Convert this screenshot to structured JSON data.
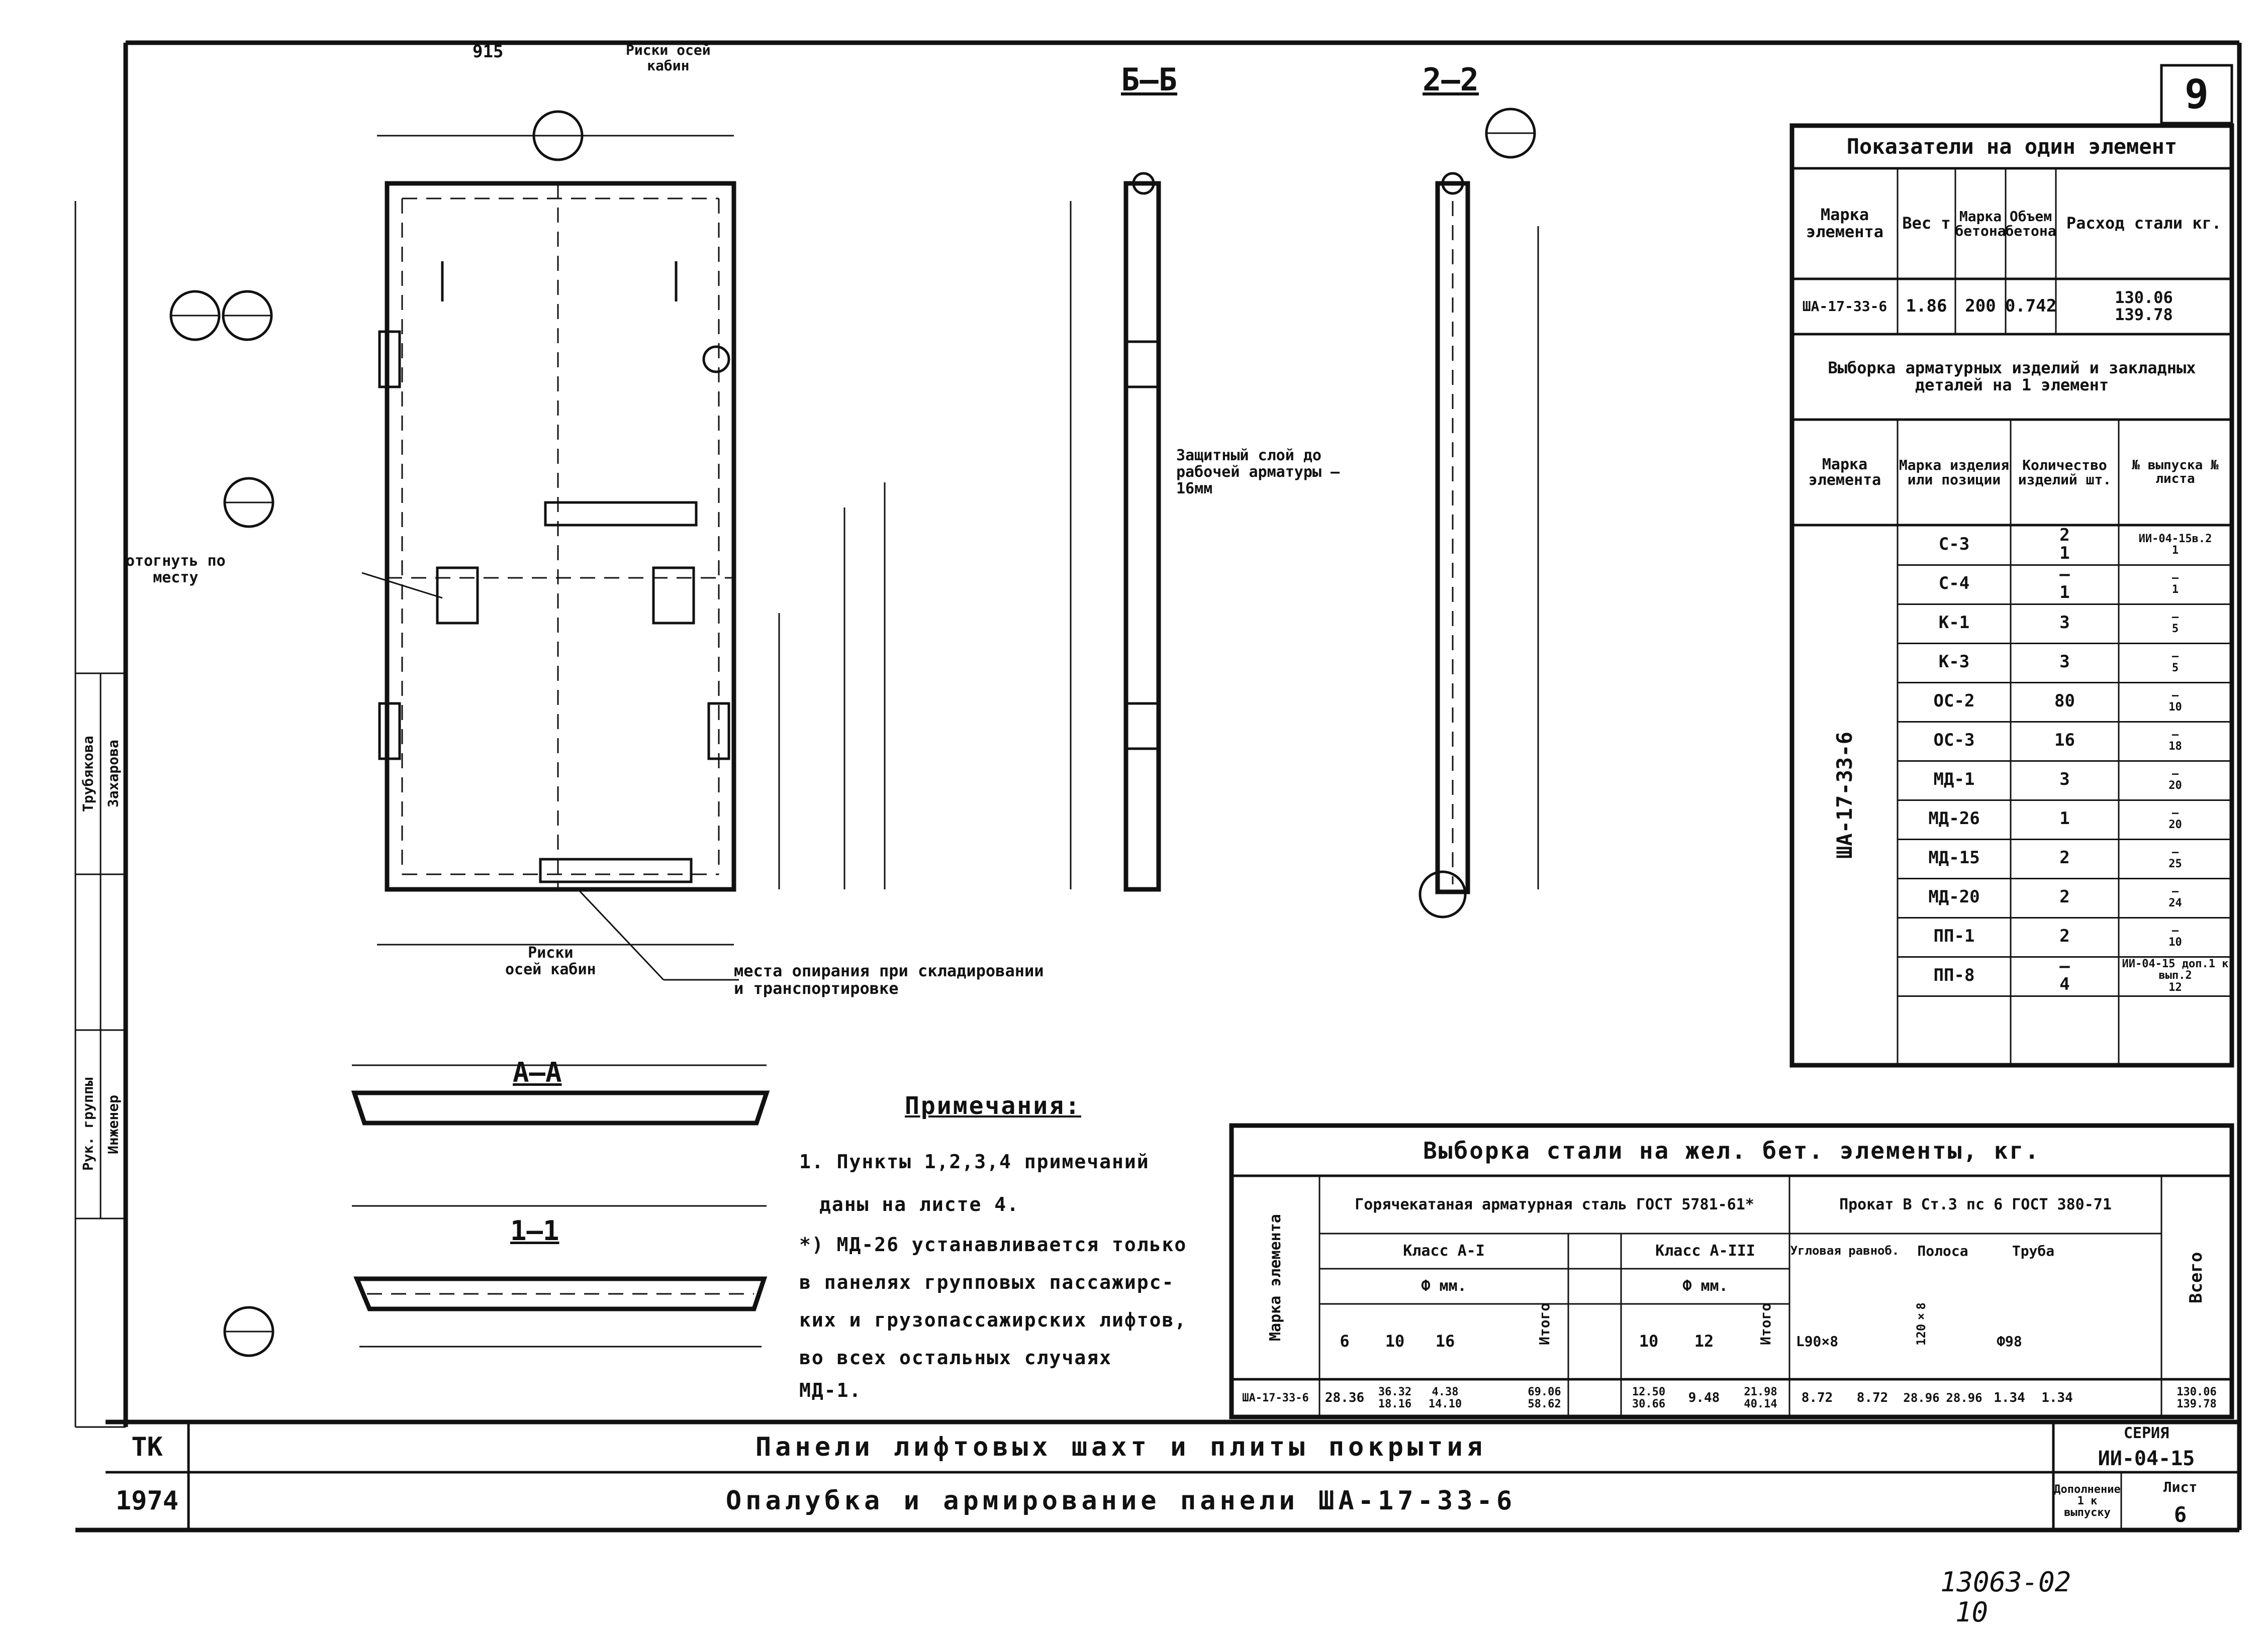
{
  "sheet_number": "9",
  "archive_code": "13063-02",
  "archive_code_suffix": "10",
  "title_block": {
    "org": "ТК",
    "year": "1974",
    "title1": "Панели лифтовых шахт и плиты покрытия",
    "title2": "Опалубка и армирование панели ША-17-33-6",
    "series_label": "СЕРИЯ",
    "series_value": "ИИ-04-15",
    "addition_label": "Дополнение 1 к выпуску",
    "sheet_label": "Лист",
    "sheet_value": "6",
    "roles": [
      "Рук. группы",
      "Инженер"
    ],
    "names": [
      "Трубякова",
      "Захарова"
    ]
  },
  "indicators": {
    "title": "Показатели на один элемент",
    "headers": [
      "Марка элемента",
      "Вес т",
      "Марка бетона",
      "Объем бетона",
      "Расход стали кг."
    ],
    "row": [
      "ША-17-33-6",
      "1.86",
      "200",
      "0.742",
      "130.06\n139.78"
    ]
  },
  "selection": {
    "title": "Выборка арматурных изделий и закладных деталей на 1 элемент",
    "headers": [
      "Марка элемента",
      "Марка изделия или позиции",
      "Количество изделий шт.",
      "№ выпуска № листа"
    ],
    "element": "ША-17-33-6",
    "rows": [
      [
        "С-3",
        "2\n1",
        "ИИ-04-15в.2\n1"
      ],
      [
        "С-4",
        "—\n1",
        "—\n1"
      ],
      [
        "К-1",
        "3",
        "—\n5"
      ],
      [
        "К-3",
        "3",
        "—\n5"
      ],
      [
        "ОС-2",
        "80",
        "—\n10"
      ],
      [
        "ОС-3",
        "16",
        "—\n18"
      ],
      [
        "МД-1",
        "3",
        "—\n20"
      ],
      [
        "МД-26",
        "1",
        "—\n20"
      ],
      [
        "МД-15",
        "2",
        "—\n25"
      ],
      [
        "МД-20",
        "2",
        "—\n24"
      ],
      [
        "ПП-1",
        "2",
        "—\n10"
      ],
      [
        "ПП-8",
        "—\n4",
        "ИИ-04-15 доп.1 к вып.2\n12"
      ]
    ]
  },
  "steel": {
    "title": "Выборка стали на жел. бет. элементы, кг.",
    "mark_header": "Марка элемента",
    "hot_rolled": "Горячекатаная арматурная сталь ГОСТ 5781-61*",
    "rolled": "Прокат В Ст.3 пс 6 ГОСТ 380-71",
    "class1": "Класс А-I",
    "class3": "Класс А-III",
    "dia1": "Ф мм.",
    "dia3": "Ф мм.",
    "d1": [
      "6",
      "10",
      "16"
    ],
    "d3": [
      "10",
      "12"
    ],
    "total": "Итого",
    "angle": "Угловая равноб.",
    "angle_size": "L90×8",
    "strip": "Полоса",
    "strip_size": "120×8",
    "pipe": "Труба",
    "pipe_size": "Ф98",
    "grand": "Всего",
    "row": {
      "mark": "ША-17-33-6",
      "c6": "28.36",
      "c10": "36.32\n18.16",
      "c16": "4.38\n14.10",
      "t1": "69.06\n58.62",
      "c10b": "12.50\n30.66",
      "c12": "9.48",
      "t3": "21.98\n40.14",
      "angle": "8.72",
      "angle_total": "8.72",
      "strip": "28.96",
      "strip_total": "28.96",
      "pipe": "1.34",
      "pipe_total": "1.34",
      "grand": "130.06\n139.78"
    }
  },
  "notes": {
    "title": "Примечания:",
    "lines": [
      "1. Пункты 1,2,3,4 примечаний",
      "даны на листе 4.",
      "*) МД-26 устанавливается только",
      "в панелях групповых пассажирс-",
      "ких и грузопассажирских лифтов,",
      "во всех остальных случаях",
      "МД-1."
    ]
  },
  "labels": {
    "dim_915": "915",
    "risks_top": "Риски осей\nкабин",
    "risks_bottom": "Риски\nосей кабин",
    "bent": "отогнуть по\nместу",
    "support": "места опирания при складировании\nи транспортировке",
    "cover": "Защитный слой до\nрабочей арматуры —\n16мм",
    "sec_bb": "Б—Б",
    "sec_22": "2—2",
    "sec_aa": "А—А",
    "sec_11": "1—1"
  }
}
